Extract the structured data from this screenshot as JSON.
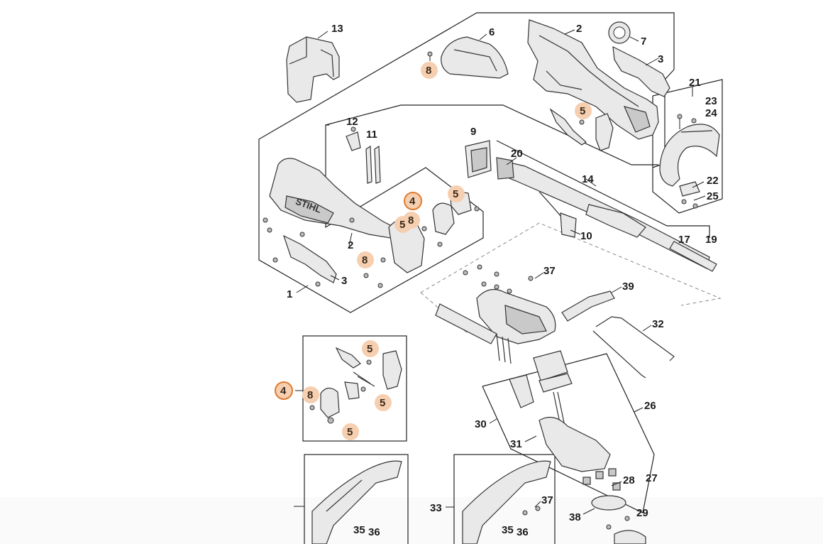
{
  "diagram": {
    "callouts": [
      {
        "id": "c13",
        "text": "13"
      },
      {
        "id": "c6",
        "text": "6"
      },
      {
        "id": "c2a",
        "text": "2"
      },
      {
        "id": "c7",
        "text": "7"
      },
      {
        "id": "c3a",
        "text": "3"
      },
      {
        "id": "c8a",
        "text": "8"
      },
      {
        "id": "c5a",
        "text": "5"
      },
      {
        "id": "c21",
        "text": "21"
      },
      {
        "id": "c23",
        "text": "23"
      },
      {
        "id": "c24",
        "text": "24"
      },
      {
        "id": "c12",
        "text": "12"
      },
      {
        "id": "c11",
        "text": "11"
      },
      {
        "id": "c9",
        "text": "9"
      },
      {
        "id": "c20",
        "text": "20"
      },
      {
        "id": "c14",
        "text": "14"
      },
      {
        "id": "c22",
        "text": "22"
      },
      {
        "id": "c25",
        "text": "25"
      },
      {
        "id": "c4a",
        "text": "4"
      },
      {
        "id": "c5b",
        "text": "5"
      },
      {
        "id": "c8b",
        "text": "8"
      },
      {
        "id": "c5c",
        "text": "5"
      },
      {
        "id": "c2b",
        "text": "2"
      },
      {
        "id": "c10",
        "text": "10"
      },
      {
        "id": "c17",
        "text": "17"
      },
      {
        "id": "c19",
        "text": "19"
      },
      {
        "id": "c8c",
        "text": "8"
      },
      {
        "id": "c3b",
        "text": "3"
      },
      {
        "id": "c1",
        "text": "1"
      },
      {
        "id": "c37a",
        "text": "37"
      },
      {
        "id": "c39",
        "text": "39"
      },
      {
        "id": "c32",
        "text": "32"
      },
      {
        "id": "c5d",
        "text": "5"
      },
      {
        "id": "c4b",
        "text": "4"
      },
      {
        "id": "c8d",
        "text": "8"
      },
      {
        "id": "c5e",
        "text": "5"
      },
      {
        "id": "c5f",
        "text": "5"
      },
      {
        "id": "c26",
        "text": "26"
      },
      {
        "id": "c30",
        "text": "30"
      },
      {
        "id": "c31",
        "text": "31"
      },
      {
        "id": "c28",
        "text": "28"
      },
      {
        "id": "c27",
        "text": "27"
      },
      {
        "id": "c33",
        "text": "33"
      },
      {
        "id": "c37b",
        "text": "37"
      },
      {
        "id": "c35a",
        "text": "35"
      },
      {
        "id": "c36a",
        "text": "36"
      },
      {
        "id": "c35b",
        "text": "35"
      },
      {
        "id": "c36b",
        "text": "36"
      },
      {
        "id": "c38",
        "text": "38"
      },
      {
        "id": "c29",
        "text": "29"
      }
    ],
    "brand_mark": "STIHL",
    "colors": {
      "highlight_fill": "#f6cfb0",
      "highlight_ring": "#e07a2e",
      "line": "#222222",
      "part": "#e9e9e9"
    }
  }
}
